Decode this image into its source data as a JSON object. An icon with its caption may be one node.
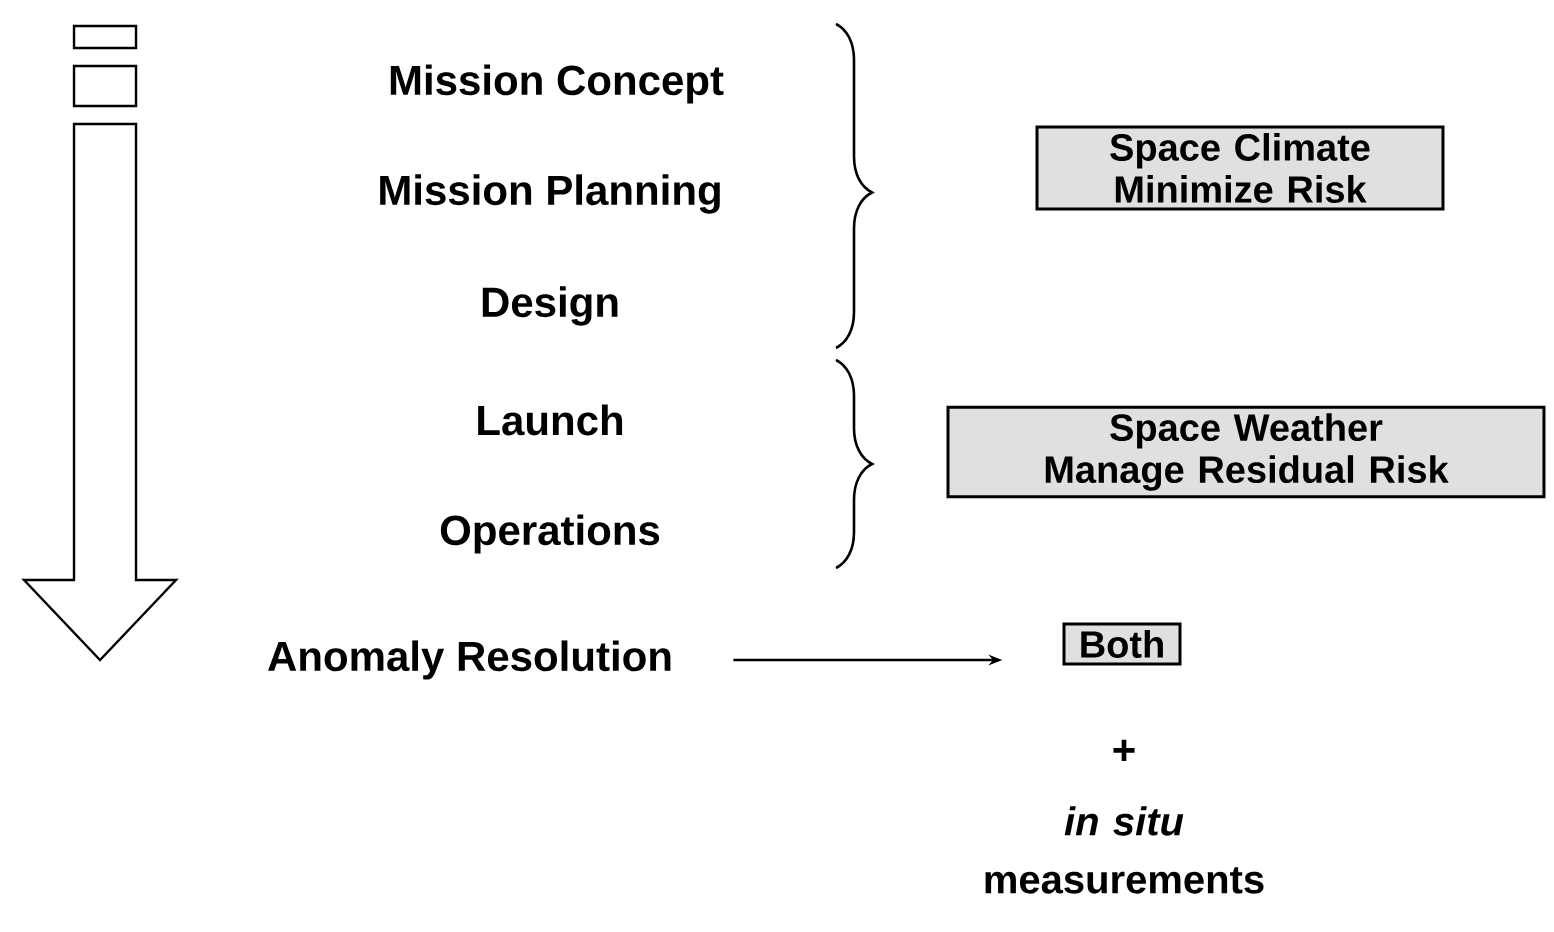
{
  "diagram": {
    "nodes": [
      {
        "text": [
          "Mission Concept"
        ]
      },
      {
        "text": [
          "Mission Planning"
        ]
      },
      {
        "text": [
          "Design"
        ]
      },
      {
        "text": [
          "Launch"
        ]
      },
      {
        "text": [
          "Operations"
        ]
      },
      {
        "text": [
          "Anomaly Resolution"
        ]
      },
      {
        "text": [
          "Space Climate",
          "Minimize Risk"
        ]
      },
      {
        "text": [
          "Space Weather",
          "Manage Residual Risk"
        ]
      },
      {
        "text": [
          "Both"
        ]
      }
    ],
    "edges": [
      {
        "from": 5,
        "to": 8,
        "arrow": "to"
      }
    ],
    "labels": [
      "+",
      "*in situ* measurements"
    ]
  }
}
